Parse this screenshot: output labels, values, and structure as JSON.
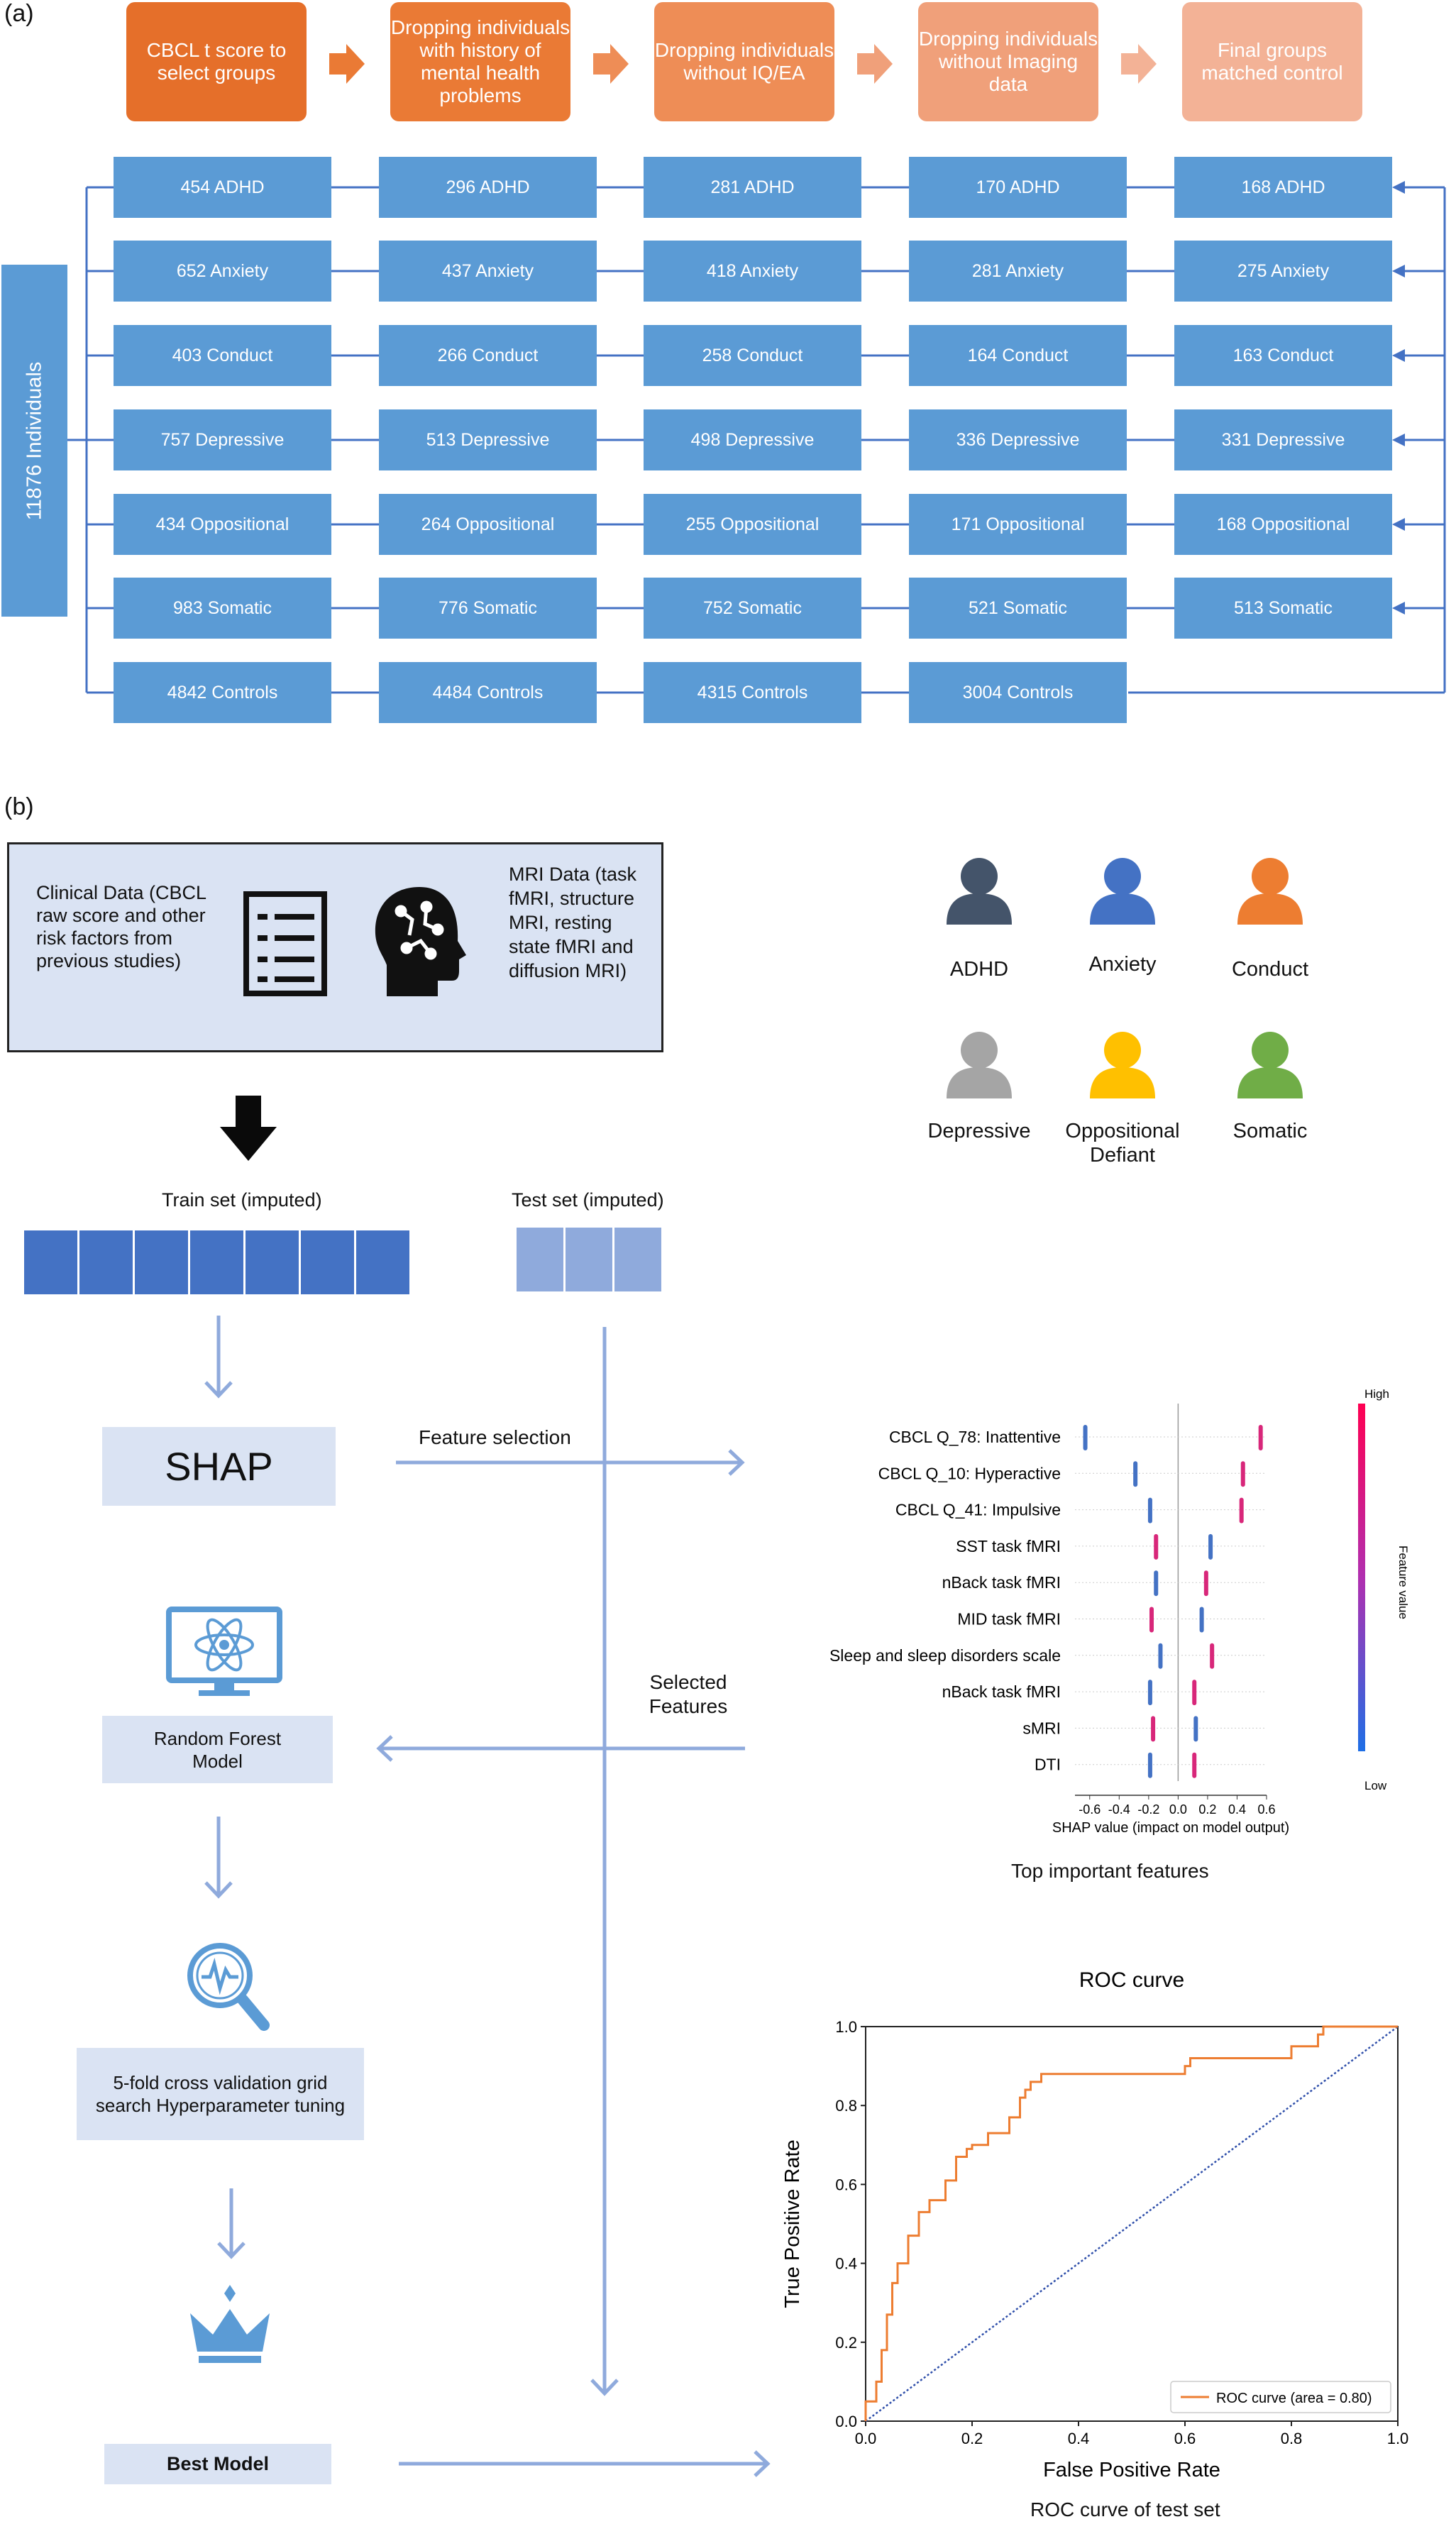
{
  "panel_a": {
    "label": "(a)",
    "steps": [
      {
        "text": "CBCL t score to select groups",
        "color": "#e56f2a"
      },
      {
        "text": "Dropping individuals with history of mental health problems",
        "color": "#ea7a35"
      },
      {
        "text": "Dropping individuals without IQ/EA",
        "color": "#ee8d56"
      },
      {
        "text": "Dropping individuals without Imaging data",
        "color": "#f0a07a"
      },
      {
        "text": "Final groups matched control",
        "color": "#f3b296"
      }
    ],
    "total": "11876 Individuals",
    "rows": [
      [
        "454 ADHD",
        "296 ADHD",
        "281 ADHD",
        "170 ADHD",
        "168 ADHD"
      ],
      [
        "652 Anxiety",
        "437 Anxiety",
        "418 Anxiety",
        "281 Anxiety",
        "275 Anxiety"
      ],
      [
        "403 Conduct",
        "266 Conduct",
        "258 Conduct",
        "164 Conduct",
        "163 Conduct"
      ],
      [
        "757 Depressive",
        "513 Depressive",
        "498 Depressive",
        "336 Depressive",
        "331 Depressive"
      ],
      [
        "434 Oppositional",
        "264 Oppositional",
        "255 Oppositional",
        "171 Oppositional",
        "168 Oppositional"
      ],
      [
        "983 Somatic",
        "776 Somatic",
        "752 Somatic",
        "521 Somatic",
        "513 Somatic"
      ],
      [
        "4842 Controls",
        "4484 Controls",
        "4315 Controls",
        "3004 Controls"
      ]
    ]
  },
  "panel_b": {
    "label": "(b)",
    "clinical_text": "Clinical Data (CBCL raw score and other risk factors from previous studies)",
    "mri_text": "MRI Data (task fMRI, structure MRI, resting state fMRI and diffusion MRI)",
    "icons": {
      "clinical": "checklist-icon",
      "mri": "brain-head-icon",
      "arrow": "down-arrow-icon",
      "monitor": "atom-monitor-icon",
      "search": "magnifier-pulse-icon",
      "crown": "crown-icon"
    },
    "groups": [
      {
        "name": "ADHD",
        "color": "#44546a"
      },
      {
        "name": "Anxiety",
        "color": "#4472c4"
      },
      {
        "name": "Conduct",
        "color": "#ed7d31"
      },
      {
        "name": "Depressive",
        "color": "#a5a5a5"
      },
      {
        "name": "Oppositional Defiant",
        "color": "#ffc000"
      },
      {
        "name": "Somatic",
        "color": "#70ad47"
      }
    ],
    "train_label": "Train set (imputed)",
    "test_label": "Test set (imputed)",
    "shap_label": "SHAP",
    "feature_selection_label": "Feature selection",
    "selected_features_label": "Selected Features",
    "rf_label": "Random Forest Model",
    "cv_label": "5-fold cross validation grid search Hyperparameter tuning",
    "best_label": "Best Model",
    "top_features_caption": "Top important features",
    "roc_caption": "ROC curve of test set"
  },
  "chart_data": [
    {
      "type": "scatter",
      "title": "",
      "xlabel": "SHAP value (impact on model output)",
      "ylabel": "",
      "xlim": [
        -0.7,
        0.6
      ],
      "xticks": [
        "-0.6",
        "-0.4",
        "-0.2",
        "0.0",
        "0.2",
        "0.4",
        "0.6"
      ],
      "colorbar": {
        "label": "Feature value",
        "high": "High",
        "low": "Low"
      },
      "features": [
        {
          "name": "CBCL Q_78: Inattentive",
          "low": -0.63,
          "high": 0.56
        },
        {
          "name": "CBCL Q_10: Hyperactive",
          "low": -0.29,
          "high": 0.44
        },
        {
          "name": "CBCL Q_41: Impulsive",
          "low": -0.19,
          "high": 0.43
        },
        {
          "name": "SST task fMRI",
          "low": 0.22,
          "high": -0.15
        },
        {
          "name": "nBack task fMRI",
          "low": -0.15,
          "high": 0.19
        },
        {
          "name": "MID task fMRI",
          "low": 0.16,
          "high": -0.18
        },
        {
          "name": "Sleep and sleep disorders scale",
          "low": -0.12,
          "high": 0.23
        },
        {
          "name": "nBack task fMRI",
          "low": -0.19,
          "high": 0.11
        },
        {
          "name": "sMRI",
          "low": 0.12,
          "high": -0.17
        },
        {
          "name": "DTI",
          "low": -0.19,
          "high": 0.11
        }
      ]
    },
    {
      "type": "line",
      "title": "ROC curve",
      "xlabel": "False Positive Rate",
      "ylabel": "True Positive Rate",
      "xlim": [
        0.0,
        1.0
      ],
      "ylim": [
        0.0,
        1.0
      ],
      "xticks": [
        "0.0",
        "0.2",
        "0.4",
        "0.6",
        "0.8",
        "1.0"
      ],
      "yticks": [
        "0.0",
        "0.2",
        "0.4",
        "0.6",
        "0.8",
        "1.0"
      ],
      "legend": "ROC curve (area = 0.80)",
      "legend_position": "bottom-right",
      "series": [
        {
          "name": "ROC curve (area = 0.80)",
          "color": "#ed7d31",
          "x": [
            0.0,
            0.0,
            0.02,
            0.02,
            0.03,
            0.03,
            0.04,
            0.04,
            0.05,
            0.05,
            0.06,
            0.06,
            0.08,
            0.08,
            0.1,
            0.1,
            0.12,
            0.12,
            0.15,
            0.15,
            0.17,
            0.17,
            0.19,
            0.19,
            0.2,
            0.2,
            0.23,
            0.23,
            0.27,
            0.27,
            0.29,
            0.29,
            0.3,
            0.3,
            0.31,
            0.31,
            0.33,
            0.33,
            0.6,
            0.6,
            0.61,
            0.61,
            0.8,
            0.8,
            0.85,
            0.85,
            0.86,
            0.86,
            1.0
          ],
          "y": [
            0.0,
            0.05,
            0.05,
            0.1,
            0.1,
            0.18,
            0.18,
            0.27,
            0.27,
            0.35,
            0.35,
            0.4,
            0.4,
            0.47,
            0.47,
            0.53,
            0.53,
            0.56,
            0.56,
            0.61,
            0.61,
            0.67,
            0.67,
            0.69,
            0.69,
            0.7,
            0.7,
            0.73,
            0.73,
            0.77,
            0.77,
            0.82,
            0.82,
            0.84,
            0.84,
            0.86,
            0.86,
            0.88,
            0.88,
            0.9,
            0.9,
            0.92,
            0.92,
            0.95,
            0.95,
            0.98,
            0.98,
            1.0,
            1.0
          ]
        },
        {
          "name": "",
          "style": "dotted",
          "color": "#2f4faa",
          "x": [
            0.0,
            1.0
          ],
          "y": [
            0.0,
            1.0
          ]
        }
      ]
    }
  ]
}
